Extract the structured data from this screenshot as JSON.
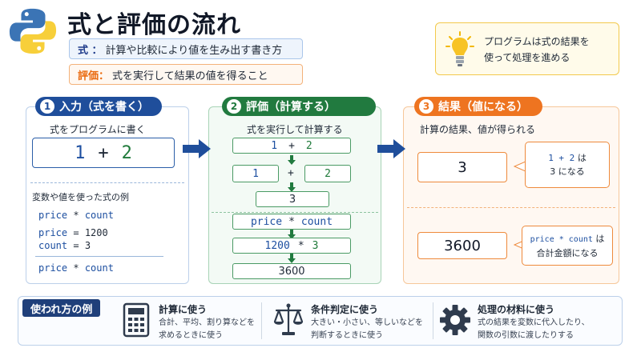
{
  "header": {
    "title": "式と評価の流れ",
    "definitions": [
      {
        "term": "式 ：",
        "text": "計算や比較により値を生み出す書き方"
      },
      {
        "term": "評価：",
        "text": "式を実行して結果の値を得ること"
      }
    ],
    "tip": {
      "lines": [
        "プログラムは式の結果を",
        "使って処理を進める"
      ],
      "icon": "lightbulb-icon"
    }
  },
  "steps": [
    {
      "number": "1",
      "label": "入力（式を書く）",
      "subtitle": "式をプログラムに書く"
    },
    {
      "number": "2",
      "label": "評価（計算する）",
      "subtitle": "式を実行して計算する"
    },
    {
      "number": "3",
      "label": "結果（値になる）",
      "subtitle": "計算の結果、値が得られる"
    }
  ],
  "input": {
    "expr": {
      "left": "1",
      "op": "+",
      "right": "2"
    },
    "examples_title": "変数や値を使った式の例",
    "examples": [
      {
        "a": "price",
        "op": "*",
        "b": "count"
      },
      {
        "a": "price",
        "op": "=",
        "b": "1200"
      },
      {
        "a": "count",
        "op": "=",
        "b": "3"
      },
      {
        "a": "price",
        "op": "*",
        "b": "count"
      }
    ]
  },
  "evaluation": {
    "simple": {
      "row1": {
        "left": "1",
        "op": "+",
        "right": "2"
      },
      "row2": {
        "left": "1",
        "op": "+",
        "right": "2"
      },
      "result": "3"
    },
    "variable": {
      "row1": {
        "left": "price",
        "op": "*",
        "right": "count"
      },
      "row2": {
        "left": "1200",
        "op": "*",
        "right": "3"
      },
      "result": "3600"
    }
  },
  "results": [
    {
      "value": "3",
      "note_expr": "1 + 2",
      "note_suffix": "は",
      "note_line2": "3 になる"
    },
    {
      "value": "3600",
      "note_expr": "price * count",
      "note_suffix": "は",
      "note_line2": "合計金額になる"
    }
  ],
  "usage": {
    "tag": "使われ方の例",
    "items": [
      {
        "icon": "calculator-icon",
        "title": "計算に使う",
        "lines": [
          "合計、平均、割り算などを",
          "求めるときに使う"
        ]
      },
      {
        "icon": "scale-icon",
        "title": "条件判定に使う",
        "lines": [
          "大きい・小さい、等しいなどを",
          "判断するときに使う"
        ]
      },
      {
        "icon": "gear-icon",
        "title": "処理の材料に使う",
        "lines": [
          "式の結果を変数に代入したり、",
          "関数の引数に渡したりする"
        ]
      }
    ]
  },
  "colors": {
    "step1": "#1f4e9b",
    "step2": "#217a3f",
    "step3": "#ee7420",
    "python_blue": "#3b74b5",
    "python_yellow": "#f7cf3a"
  }
}
